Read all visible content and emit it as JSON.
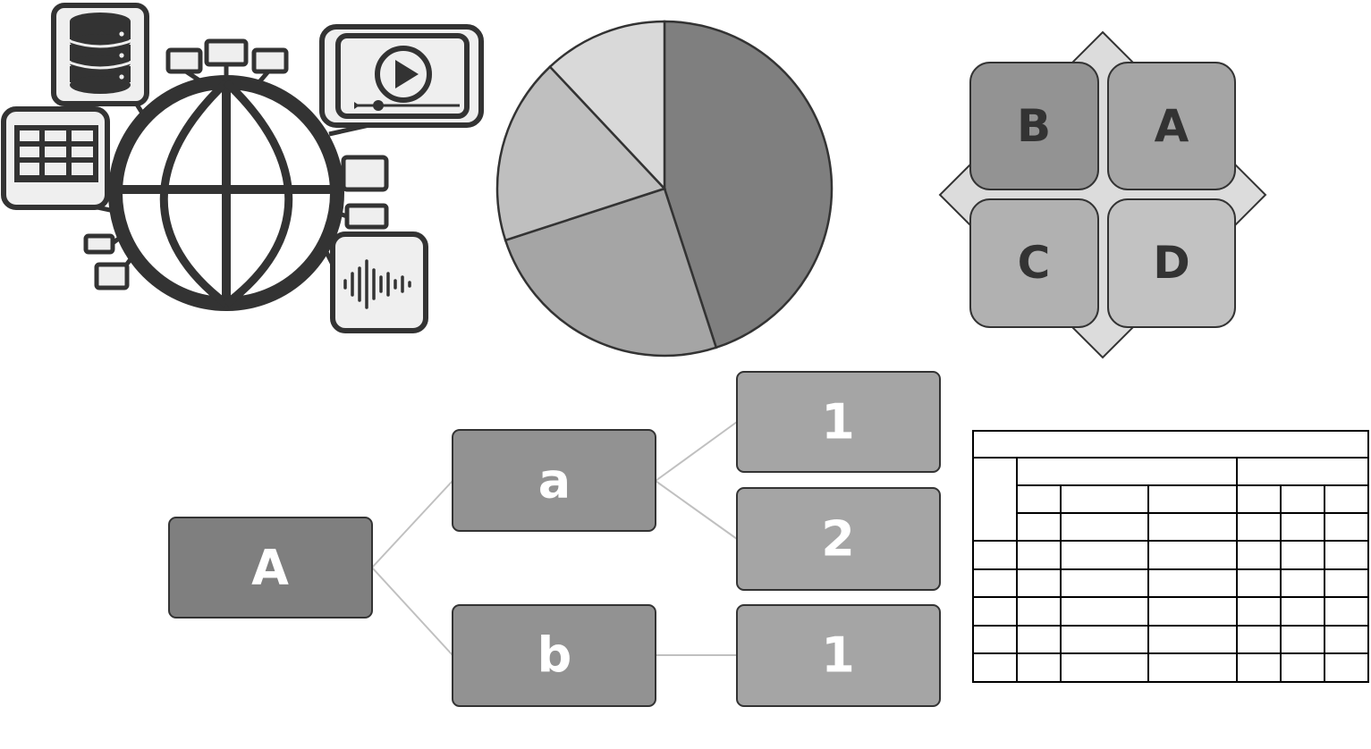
{
  "colors": {
    "stroke": "#333333",
    "light": "#efefef",
    "pie_slices": [
      "#7f7f7f",
      "#a5a5a5",
      "#bfbfbf",
      "#d9d9d9"
    ],
    "quad": {
      "B": "#939393",
      "A": "#a5a5a5",
      "C": "#b1b1b1",
      "D": "#c2c2c2"
    },
    "tree_root": "#7f7f7f",
    "tree_mid": "#929292",
    "tree_leaf": "#a5a5a5",
    "connector": "#c0c0c0"
  },
  "icons": [
    "globe-icon",
    "database-icon",
    "table-grid-icon",
    "video-player-icon",
    "audio-waveform-icon",
    "speech-bubble-icon"
  ],
  "pie": {
    "fractions": [
      0.45,
      0.25,
      0.18,
      0.12
    ]
  },
  "quadrants": {
    "tl": "B",
    "tr": "A",
    "bl": "C",
    "br": "D"
  },
  "tree": {
    "root": "A",
    "children": [
      {
        "label": "a",
        "children": [
          "1",
          "2"
        ]
      },
      {
        "label": "b",
        "children": [
          "1"
        ]
      }
    ]
  },
  "table": {
    "rows": 9,
    "cols": 7
  }
}
